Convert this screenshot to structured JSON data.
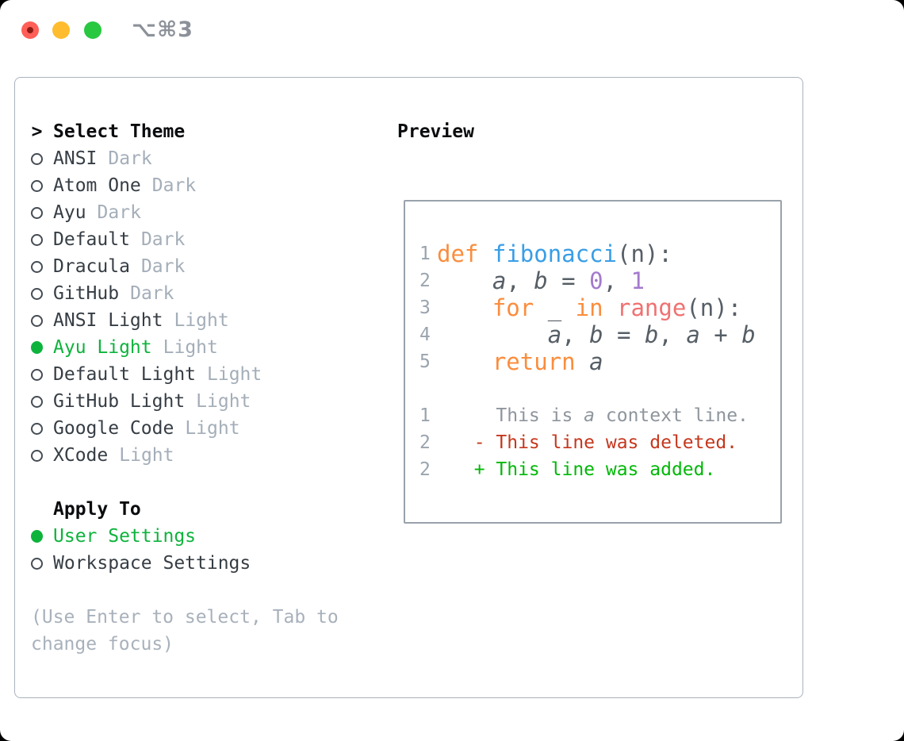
{
  "titlebar": {
    "title": "⌥⌘3",
    "traffic_lights": [
      "close",
      "minimize",
      "zoom"
    ]
  },
  "left": {
    "prompt": ">",
    "header": "Select Theme",
    "themes": [
      {
        "name": "ANSI",
        "variant": "Dark",
        "selected": false
      },
      {
        "name": "Atom One",
        "variant": "Dark",
        "selected": false
      },
      {
        "name": "Ayu",
        "variant": "Dark",
        "selected": false
      },
      {
        "name": "Default",
        "variant": "Dark",
        "selected": false
      },
      {
        "name": "Dracula",
        "variant": "Dark",
        "selected": false
      },
      {
        "name": "GitHub",
        "variant": "Dark",
        "selected": false
      },
      {
        "name": "ANSI Light",
        "variant": "Light",
        "selected": false
      },
      {
        "name": "Ayu Light",
        "variant": "Light",
        "selected": true
      },
      {
        "name": "Default Light",
        "variant": "Light",
        "selected": false
      },
      {
        "name": "GitHub Light",
        "variant": "Light",
        "selected": false
      },
      {
        "name": "Google Code",
        "variant": "Light",
        "selected": false
      },
      {
        "name": "XCode",
        "variant": "Light",
        "selected": false
      }
    ],
    "apply_header": "Apply To",
    "apply_options": [
      {
        "label": "User Settings",
        "selected": true
      },
      {
        "label": "Workspace Settings",
        "selected": false
      }
    ],
    "hint": "(Use Enter to select, Tab to change focus)"
  },
  "preview": {
    "label": "Preview",
    "code_lines": [
      {
        "section": "python",
        "num": "1",
        "tokens": [
          {
            "t": "def",
            "c": "kw"
          },
          {
            "t": " ",
            "c": "plain"
          },
          {
            "t": "fibonacci",
            "c": "fn"
          },
          {
            "t": "(n):",
            "c": "plain"
          }
        ]
      },
      {
        "section": "python",
        "num": "2",
        "tokens": [
          {
            "t": "    ",
            "c": "plain"
          },
          {
            "t": "a",
            "c": "id"
          },
          {
            "t": ", ",
            "c": "plain"
          },
          {
            "t": "b",
            "c": "id"
          },
          {
            "t": " = ",
            "c": "plain"
          },
          {
            "t": "0",
            "c": "num"
          },
          {
            "t": ", ",
            "c": "plain"
          },
          {
            "t": "1",
            "c": "num"
          }
        ]
      },
      {
        "section": "python",
        "num": "3",
        "tokens": [
          {
            "t": "    ",
            "c": "plain"
          },
          {
            "t": "for",
            "c": "kw"
          },
          {
            "t": " _ ",
            "c": "plain"
          },
          {
            "t": "in",
            "c": "kw"
          },
          {
            "t": " ",
            "c": "plain"
          },
          {
            "t": "range",
            "c": "call"
          },
          {
            "t": "(n):",
            "c": "plain"
          }
        ]
      },
      {
        "section": "python",
        "num": "4",
        "tokens": [
          {
            "t": "        ",
            "c": "plain"
          },
          {
            "t": "a",
            "c": "id"
          },
          {
            "t": ", ",
            "c": "plain"
          },
          {
            "t": "b",
            "c": "id"
          },
          {
            "t": " = ",
            "c": "plain"
          },
          {
            "t": "b",
            "c": "id"
          },
          {
            "t": ", ",
            "c": "plain"
          },
          {
            "t": "a",
            "c": "id"
          },
          {
            "t": " + ",
            "c": "plain"
          },
          {
            "t": "b",
            "c": "id"
          }
        ]
      },
      {
        "section": "python",
        "num": "5",
        "tokens": [
          {
            "t": "    ",
            "c": "plain"
          },
          {
            "t": "return",
            "c": "kw"
          },
          {
            "t": " ",
            "c": "plain"
          },
          {
            "t": "a",
            "c": "id"
          }
        ]
      },
      {
        "blank": true
      },
      {
        "section": "diff",
        "num": "1",
        "tokens": [
          {
            "t": "    This is ",
            "c": "ctx"
          },
          {
            "t": "a",
            "c": "ctx-id"
          },
          {
            "t": " context line.",
            "c": "ctx"
          }
        ]
      },
      {
        "section": "diff",
        "num": "2",
        "tokens": [
          {
            "t": "  - This line was deleted.",
            "c": "del"
          }
        ]
      },
      {
        "section": "diff",
        "num": "2",
        "tokens": [
          {
            "t": "  + This line was added.",
            "c": "add"
          }
        ]
      }
    ]
  },
  "colors": {
    "selection_green": "#0eb33c",
    "added_green": "#00b807",
    "deleted_red": "#c5371d",
    "keyword_orange": "#fa8d3e",
    "function_blue": "#399ee6",
    "call_coral": "#f07171",
    "number_purple": "#a37acc",
    "code_foreground": "#565e66",
    "context_gray": "#8e959d",
    "gutter_gray": "#9aa4ae",
    "muted_gray": "#a4aeb9",
    "panel_border": "#aab2bd",
    "preview_border": "#99a2ac",
    "traffic_red": "#ff5f57",
    "traffic_yellow": "#febc2e",
    "traffic_green": "#28c840"
  }
}
